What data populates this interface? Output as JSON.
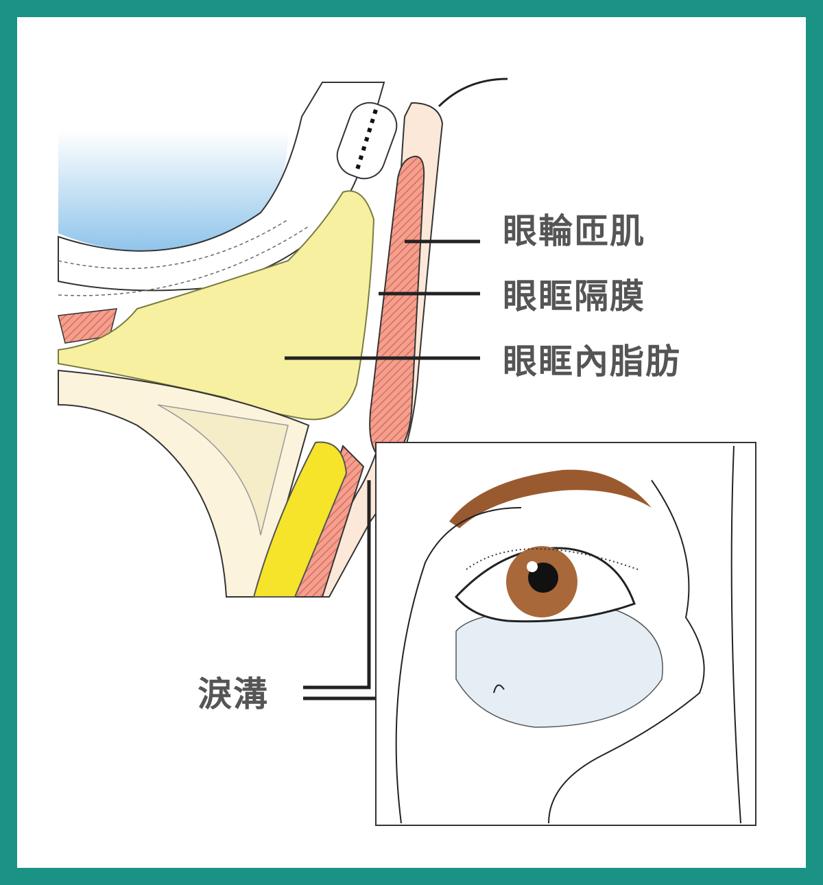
{
  "labels": {
    "orbicularis": "眼輪匝肌",
    "septum": "眼眶隔膜",
    "orbital_fat": "眼眶內脂肪",
    "tear_trough": "淚溝"
  },
  "colors": {
    "frame": "#1b9384",
    "fat": "#f6f0a0",
    "muscle": "#e8806a",
    "text": "#555555",
    "brow": "#9a5a30",
    "iris": "#a8683a"
  }
}
